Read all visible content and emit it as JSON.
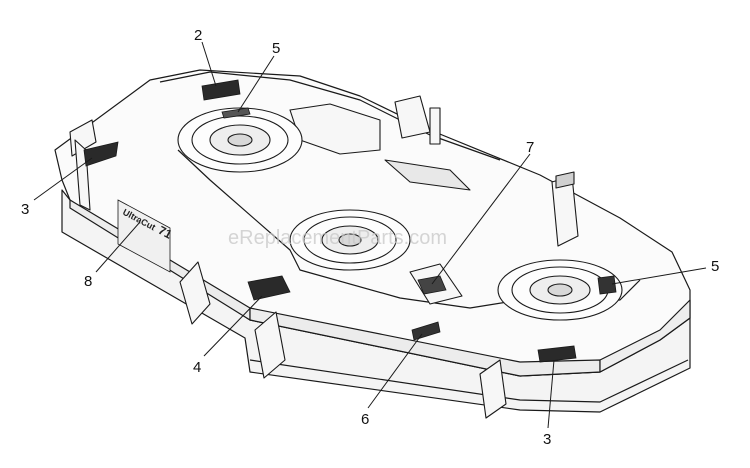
{
  "watermark": "eReplacementParts.com",
  "deck_brand": "UltraCut",
  "deck_size": "71",
  "callouts": {
    "c2": "2",
    "c5_top": "5",
    "c3_left": "3",
    "c7": "7",
    "c5_right": "5",
    "c8": "8",
    "c4": "4",
    "c6": "6",
    "c3_bottom": "3"
  },
  "colors": {
    "line": "#1a1a1a",
    "deck_fill": "#fbfbfb",
    "shade": "#e6e6e6",
    "decal": "#2a2a2a"
  }
}
